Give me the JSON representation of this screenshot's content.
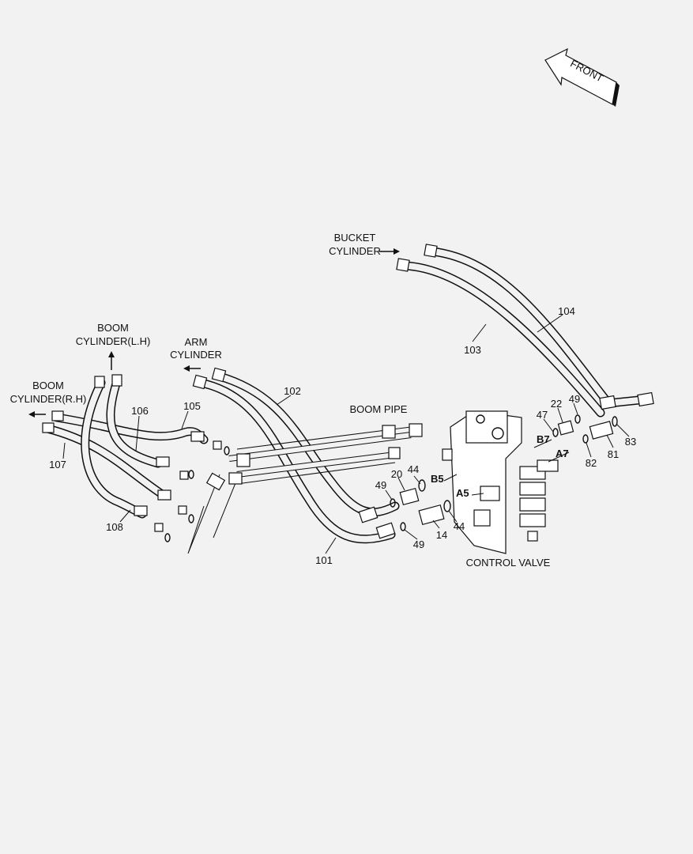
{
  "direction": {
    "label": "FRONT"
  },
  "destinations": {
    "bucket_cylinder": [
      "BUCKET",
      "CYLINDER"
    ],
    "boom_cylinder_lh": [
      "BOOM",
      "CYLINDER(L.H)"
    ],
    "arm_cylinder": [
      "ARM",
      "CYLINDER"
    ],
    "boom_cylinder_rh": [
      "BOOM",
      "CYLINDER(R.H)"
    ],
    "boom_pipe": "BOOM PIPE",
    "control_valve": "CONTROL VALVE"
  },
  "ports": [
    "B7",
    "A7",
    "B5",
    "A5"
  ],
  "part_numbers": {
    "p104": "104",
    "p103": "103",
    "p102": "102",
    "p101": "101",
    "p106": "106",
    "p105": "105",
    "p107": "107",
    "p108": "108",
    "p49a": "49",
    "p22": "22",
    "p47": "47",
    "p81": "81",
    "p82": "82",
    "p83": "83",
    "p20": "20",
    "p44a": "44",
    "p49b": "49",
    "p44b": "44",
    "p14": "14",
    "p49c": "49"
  }
}
